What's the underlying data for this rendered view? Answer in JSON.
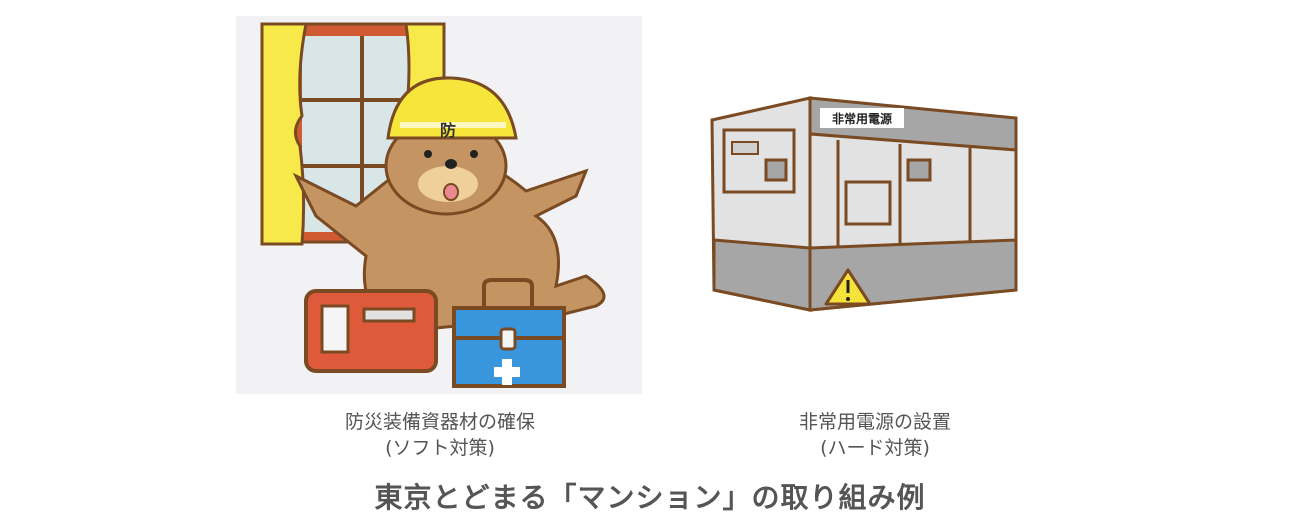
{
  "illustrations": {
    "left": {
      "helmet_label": "防",
      "caption_line1": "防災装備資器材の確保",
      "caption_line2": "(ソフト対策)"
    },
    "right": {
      "sign_label": "非常用電源",
      "caption_line1": "非常用電源の設置",
      "caption_line2": "(ハード対策)"
    }
  },
  "title": "東京とどまる「マンション」の取り組み例",
  "colors": {
    "outline": "#7a4a22",
    "curtain": "#f7e94a",
    "window_glass": "#d9e6e8",
    "window_frame": "#d05a32",
    "seal_body": "#c49562",
    "helmet": "#f6e53a",
    "red_case": "#de5a3a",
    "blue_box": "#3a96dc",
    "generator_light": "#e2e2e2",
    "generator_dark": "#a6a6a6",
    "warning": "#f6e33a",
    "background_left": "#f2f1f4"
  }
}
